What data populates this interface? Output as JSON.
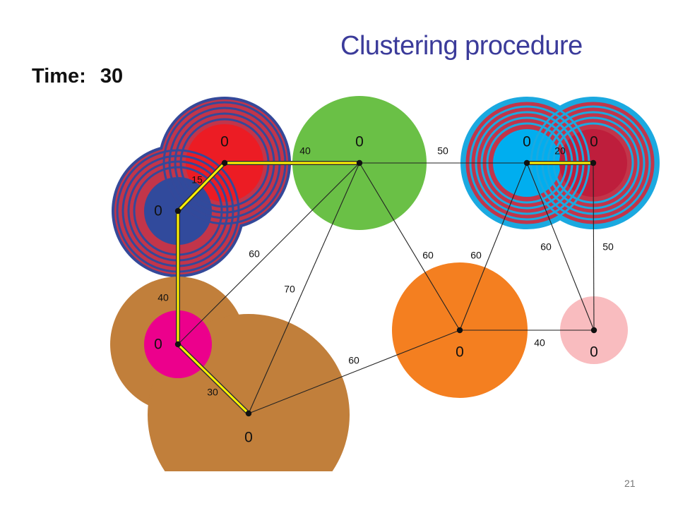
{
  "slide": {
    "title": "Clustering procedure",
    "time_label": "Time:",
    "time_value": "30",
    "page_number": "21"
  },
  "colors": {
    "title": "#3b3b9a",
    "ring_red": "#c2354a",
    "ring_blue_dark": "#34499a",
    "ring_blue_light": "#1ba9e0",
    "red": "#ec1c24",
    "dark_blue": "#314a9c",
    "green": "#6ac046",
    "light_blue": "#00aeef",
    "crimson": "#be1e3c",
    "brown": "#c17f3b",
    "magenta": "#ec008c",
    "orange": "#f47f20",
    "pink": "#f9bcbf",
    "highlight_yellow": "#fff200"
  },
  "nodes": [
    {
      "id": "n-red",
      "label": "0",
      "color": "red"
    },
    {
      "id": "n-blue",
      "label": "0",
      "color": "dark_blue"
    },
    {
      "id": "n-green",
      "label": "0",
      "color": "green"
    },
    {
      "id": "n-lightblue",
      "label": "0",
      "color": "light_blue"
    },
    {
      "id": "n-crimson",
      "label": "0",
      "color": "crimson"
    },
    {
      "id": "n-magenta",
      "label": "0",
      "color": "magenta"
    },
    {
      "id": "n-brown",
      "label": "0",
      "color": "brown"
    },
    {
      "id": "n-orange",
      "label": "0",
      "color": "orange"
    },
    {
      "id": "n-pink",
      "label": "0",
      "color": "pink"
    }
  ],
  "edges": [
    {
      "from": "n-blue",
      "to": "n-red",
      "weight": "15",
      "highlighted": true
    },
    {
      "from": "n-red",
      "to": "n-green",
      "weight": "40",
      "highlighted": true
    },
    {
      "from": "n-green",
      "to": "n-lightblue",
      "weight": "50",
      "highlighted": false
    },
    {
      "from": "n-lightblue",
      "to": "n-crimson",
      "weight": "20",
      "highlighted": true
    },
    {
      "from": "n-blue",
      "to": "n-magenta",
      "weight": "40",
      "highlighted": true
    },
    {
      "from": "n-magenta",
      "to": "n-green",
      "weight": "60",
      "highlighted": false
    },
    {
      "from": "n-brown",
      "to": "n-green",
      "weight": "70",
      "highlighted": false
    },
    {
      "from": "n-magenta",
      "to": "n-brown",
      "weight": "30",
      "highlighted": true
    },
    {
      "from": "n-green",
      "to": "n-orange",
      "weight": "60",
      "highlighted": false
    },
    {
      "from": "n-orange",
      "to": "n-lightblue",
      "weight": "60",
      "highlighted": false
    },
    {
      "from": "n-lightblue",
      "to": "n-pink",
      "weight": "60",
      "highlighted": false
    },
    {
      "from": "n-crimson",
      "to": "n-pink",
      "weight": "50",
      "highlighted": false
    },
    {
      "from": "n-orange",
      "to": "n-pink",
      "weight": "40",
      "highlighted": false
    },
    {
      "from": "n-brown",
      "to": "n-orange",
      "weight": "60",
      "highlighted": false
    }
  ]
}
